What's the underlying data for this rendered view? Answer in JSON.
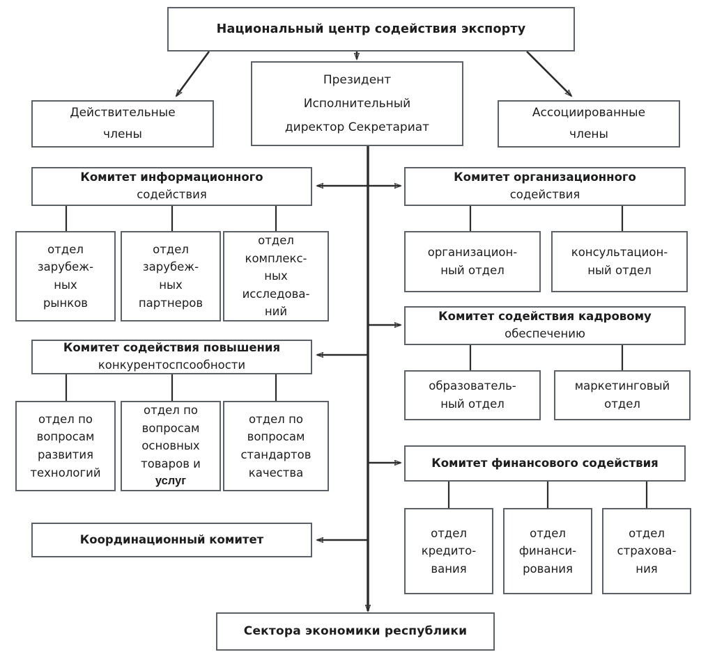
{
  "diagram": {
    "title_node": "Национальный центр содействия экспорту",
    "bottom_node": "Сектора экономики республики",
    "executive": {
      "line1": "Президент",
      "line2": "Исполнительный",
      "line3": "директор Секретариат"
    },
    "members_left": {
      "line1": "Действительные",
      "line2": "члены"
    },
    "members_right": {
      "line1": "Ассоциированные",
      "line2": "члены"
    },
    "committees": [
      {
        "id": "info",
        "title_line1": "Комитет информационного",
        "title_line2": "содействия",
        "departments": [
          {
            "lines": [
              "отдел",
              "зарубеж-",
              "ных",
              "рынков"
            ]
          },
          {
            "lines": [
              "отдел",
              "зарубеж-",
              "ных",
              "партнеров"
            ]
          },
          {
            "lines": [
              "отдел",
              "комплекс-",
              "ных",
              "исследова-",
              "ний"
            ]
          }
        ]
      },
      {
        "id": "competitiveness",
        "title_line1": "Комитет содействия повышения",
        "title_line2": "конкурентоспсообности",
        "departments": [
          {
            "lines": [
              "отдел по",
              "вопросам",
              "развития",
              "технологий"
            ]
          },
          {
            "lines": [
              "отдел по",
              "вопросам",
              "основных",
              "товаров и",
              "услуг"
            ]
          },
          {
            "lines": [
              "отдел по",
              "вопросам",
              "стандартов",
              "качества"
            ]
          }
        ]
      },
      {
        "id": "coordination",
        "title_line1": "Координационный комитет",
        "title_line2": "",
        "departments": []
      },
      {
        "id": "organizational",
        "title_line1": "Комитет организационного",
        "title_line2": "содействия",
        "departments": [
          {
            "lines": [
              "организацион-",
              "ный отдел"
            ]
          },
          {
            "lines": [
              "консультацион-",
              "ный отдел"
            ]
          }
        ]
      },
      {
        "id": "personnel",
        "title_line1": "Комитет содействия кадровому",
        "title_line2": "обеспечению",
        "departments": [
          {
            "lines": [
              "образователь-",
              "ный отдел"
            ]
          },
          {
            "lines": [
              "маркетинговый",
              "отдел"
            ]
          }
        ]
      },
      {
        "id": "financial",
        "title_line1": "Комитет финансового содействия",
        "title_line2": "",
        "departments": [
          {
            "lines": [
              "отдел",
              "кредито-",
              "вания"
            ]
          },
          {
            "lines": [
              "отдел",
              "финанси-",
              "рования"
            ]
          },
          {
            "lines": [
              "отдел",
              "страхова-",
              "ния"
            ]
          }
        ]
      }
    ],
    "colors": {
      "box_border": "#5b6166",
      "line": "#2b2b2b",
      "text": "#1d1d1d",
      "background": "#ffffff"
    }
  }
}
